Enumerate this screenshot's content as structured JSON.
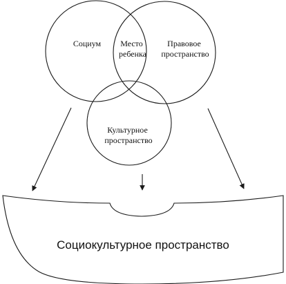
{
  "diagram": {
    "circles": {
      "society": {
        "label": "Социум"
      },
      "legal": {
        "label_lines": [
          "Правовое",
          "пространство"
        ]
      },
      "cultural": {
        "label_lines": [
          "Культурное",
          "пространство"
        ]
      }
    },
    "center": {
      "label_lines": [
        "Место",
        "ребенка"
      ]
    },
    "base": {
      "label": "Социокультурное пространство"
    }
  }
}
